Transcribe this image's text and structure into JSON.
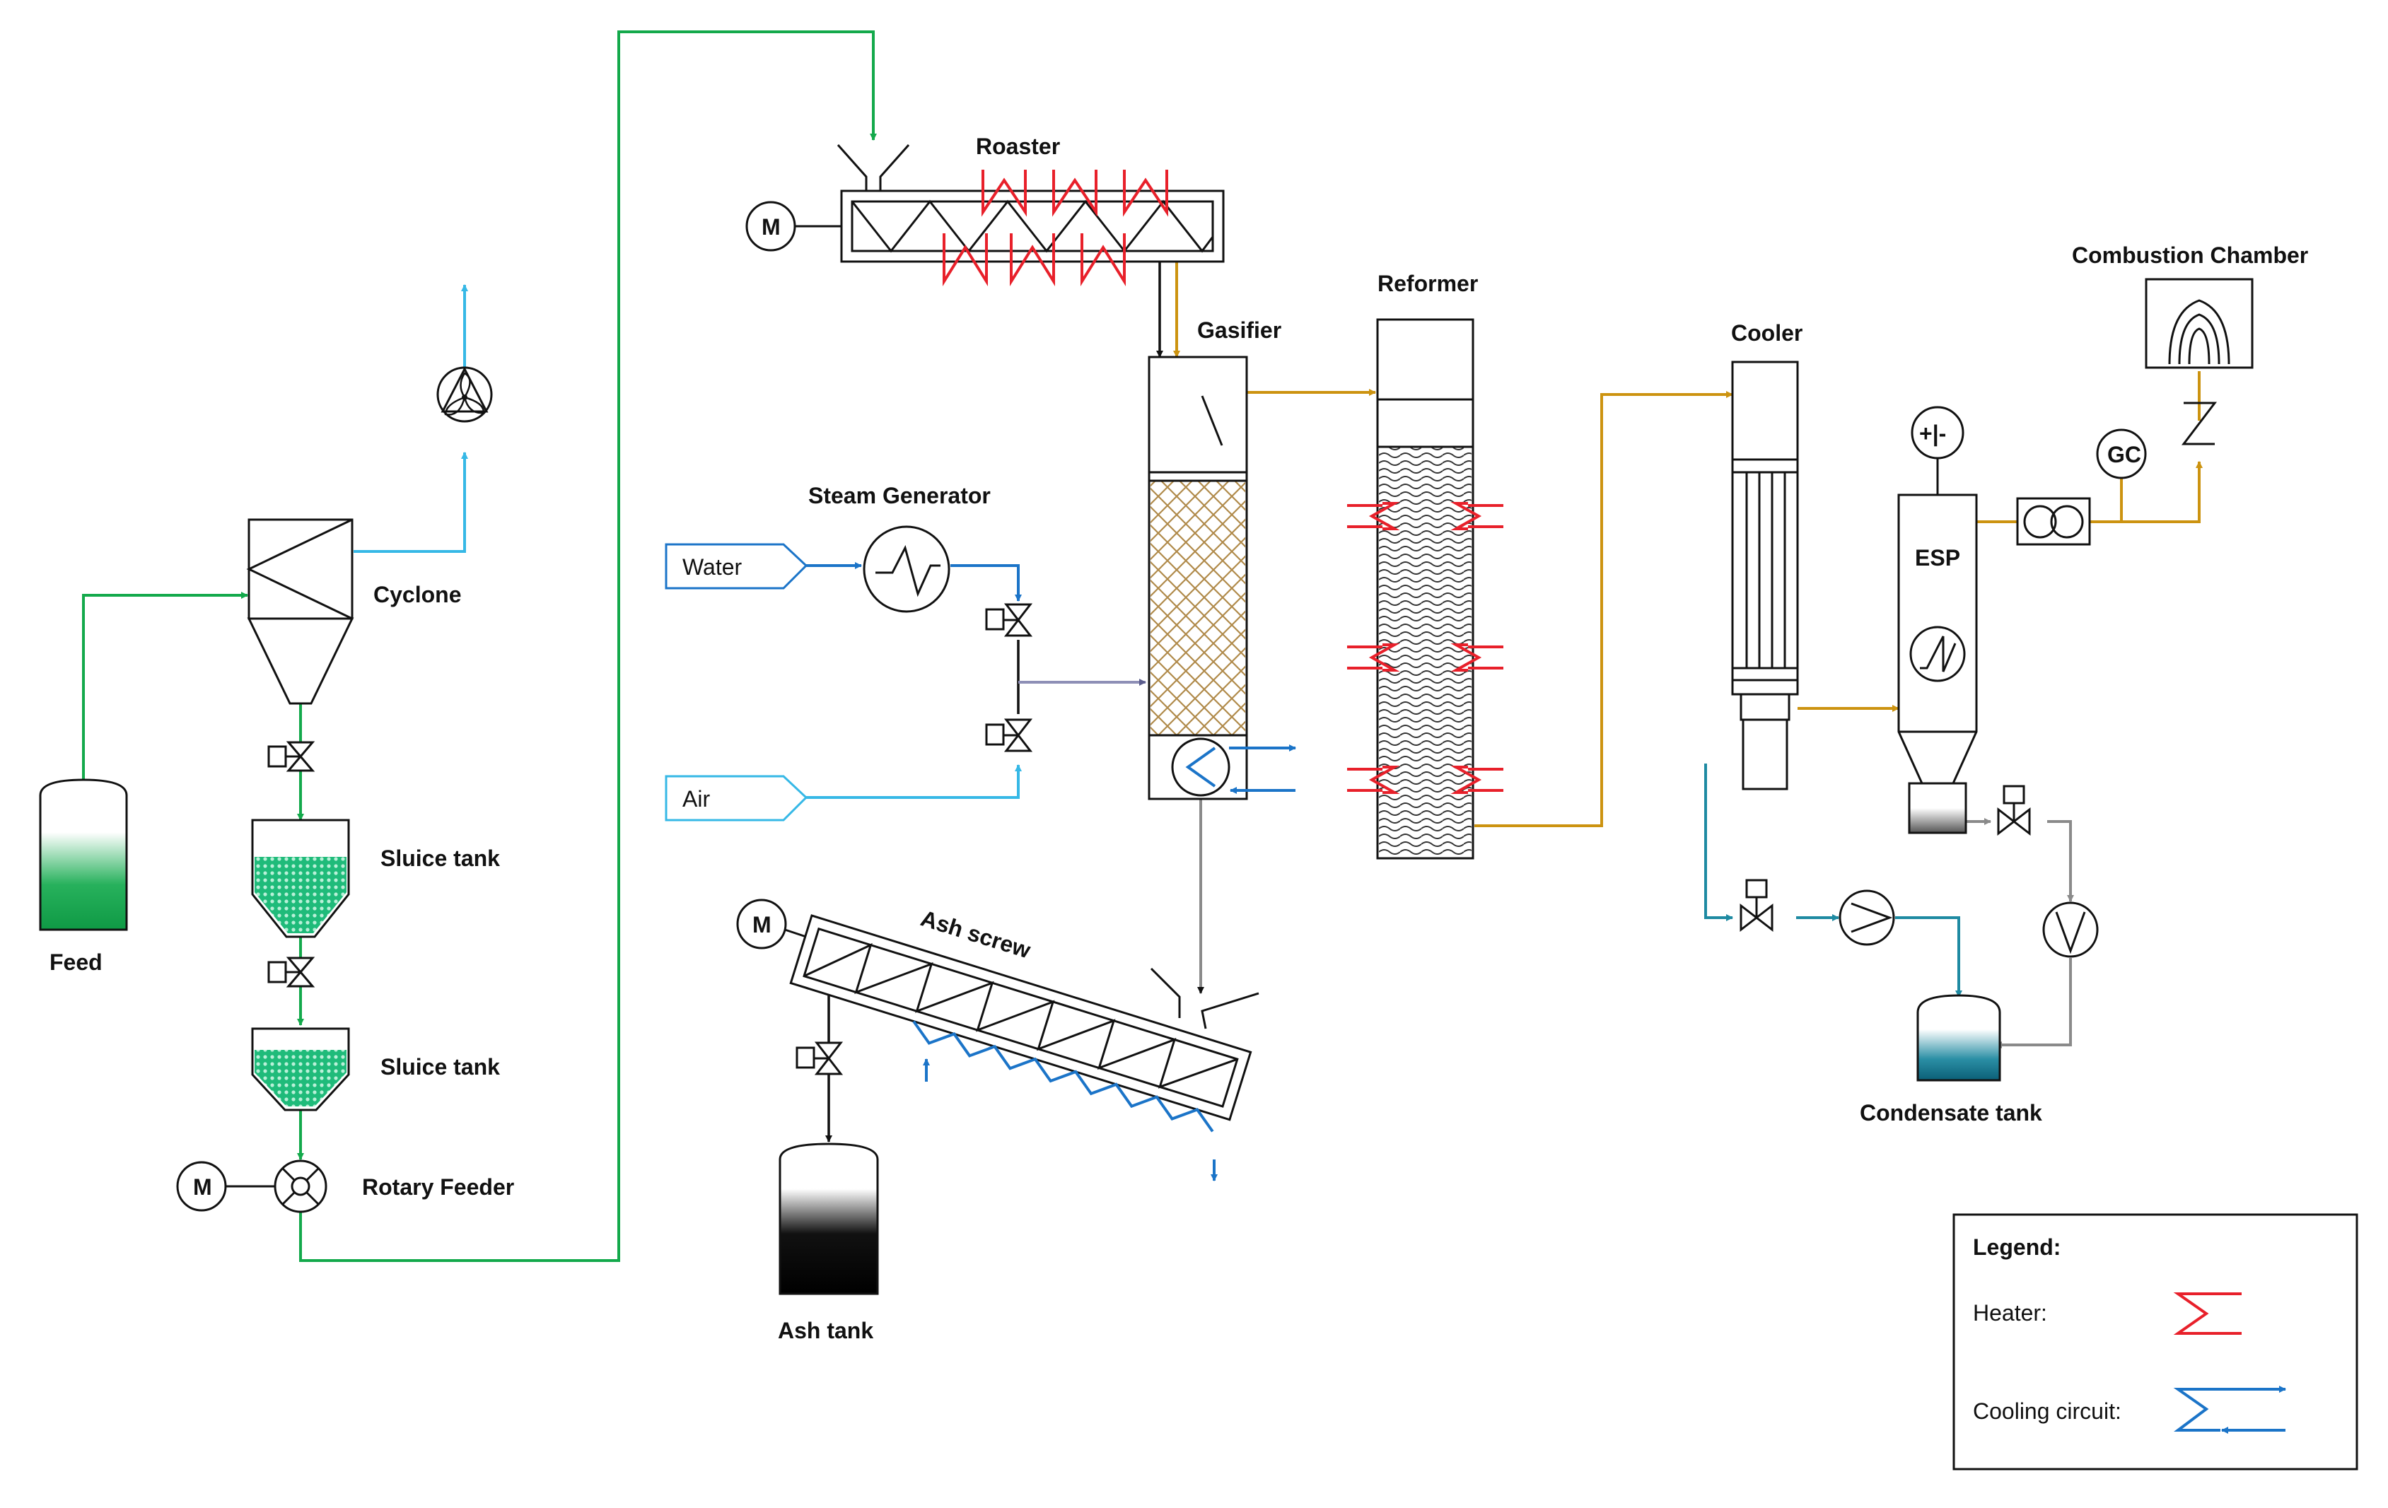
{
  "labels": {
    "roaster": "Roaster",
    "gasifier": "Gasifier",
    "reformer": "Reformer",
    "cooler": "Cooler",
    "combustion_chamber": "Combustion Chamber",
    "steam_generator": "Steam Generator",
    "cyclone": "Cyclone",
    "sluice_tank_1": "Sluice tank",
    "sluice_tank_2": "Sluice tank",
    "rotary_feeder": "Rotary Feeder",
    "feed": "Feed",
    "ash_screw": "Ash screw",
    "ash_tank": "Ash tank",
    "esp": "ESP",
    "condensate_tank": "Condensate tank",
    "water": "Water",
    "air": "Air",
    "gc": "GC",
    "motor": "M",
    "plus_minus": "+|-"
  },
  "legend": {
    "title": "Legend:",
    "heater": "Heater:",
    "cooling_circuit": "Cooling circuit:"
  },
  "colors": {
    "feed_line": "#13a94b",
    "cyclone_gas": "#36b8e6",
    "water_steam": "#1b74c8",
    "product_gas": "#cc9310",
    "ash_line": "#8a8a8a",
    "heater": "#e8202a",
    "condensate": "#1e8aa2",
    "bed_material": "#c9a56a"
  }
}
